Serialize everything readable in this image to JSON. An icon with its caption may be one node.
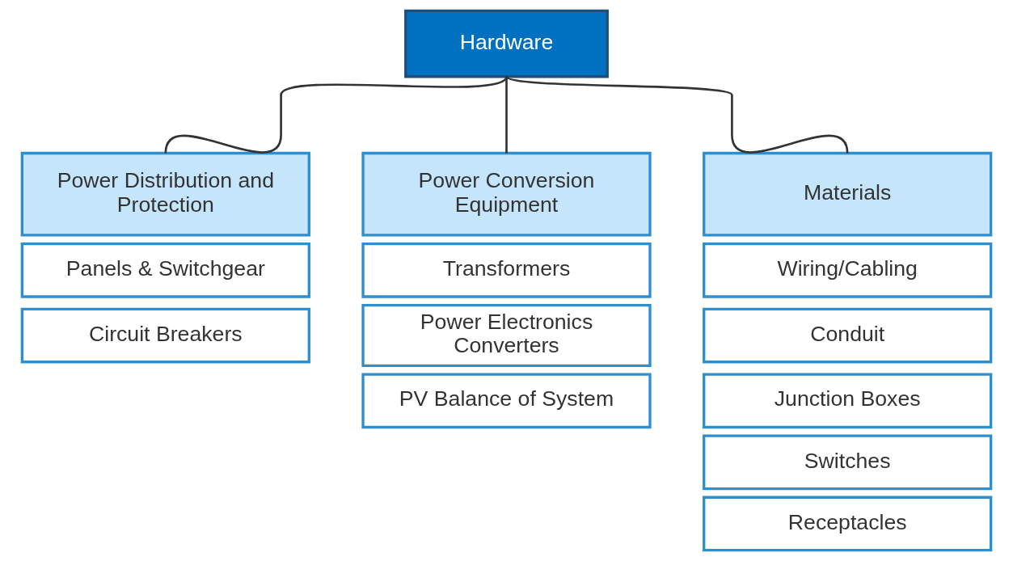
{
  "diagram": {
    "nodes": [
      {
        "text": [
          "Hardware"
        ]
      },
      {
        "text": [
          "Power Distribution and Protection"
        ]
      },
      {
        "text": [
          "Panels & Switchgear"
        ]
      },
      {
        "text": [
          "Circuit Breakers"
        ]
      },
      {
        "text": [
          "Power Conversion Equipment"
        ]
      },
      {
        "text": [
          "Transformers"
        ]
      },
      {
        "text": [
          "Power Electronics Converters"
        ]
      },
      {
        "text": [
          "PV Balance of System"
        ]
      },
      {
        "text": [
          "Materials"
        ]
      },
      {
        "text": [
          "Wiring/Cabling"
        ]
      },
      {
        "text": [
          "Conduit"
        ]
      },
      {
        "text": [
          "Junction Boxes"
        ]
      },
      {
        "text": [
          "Switches"
        ]
      },
      {
        "text": [
          "Receptacles"
        ]
      }
    ],
    "edges": [
      {
        "from": 0,
        "to": 1,
        "arrow": "none"
      },
      {
        "from": 0,
        "to": 4,
        "arrow": "none"
      },
      {
        "from": 0,
        "to": 8,
        "arrow": "none"
      }
    ]
  }
}
